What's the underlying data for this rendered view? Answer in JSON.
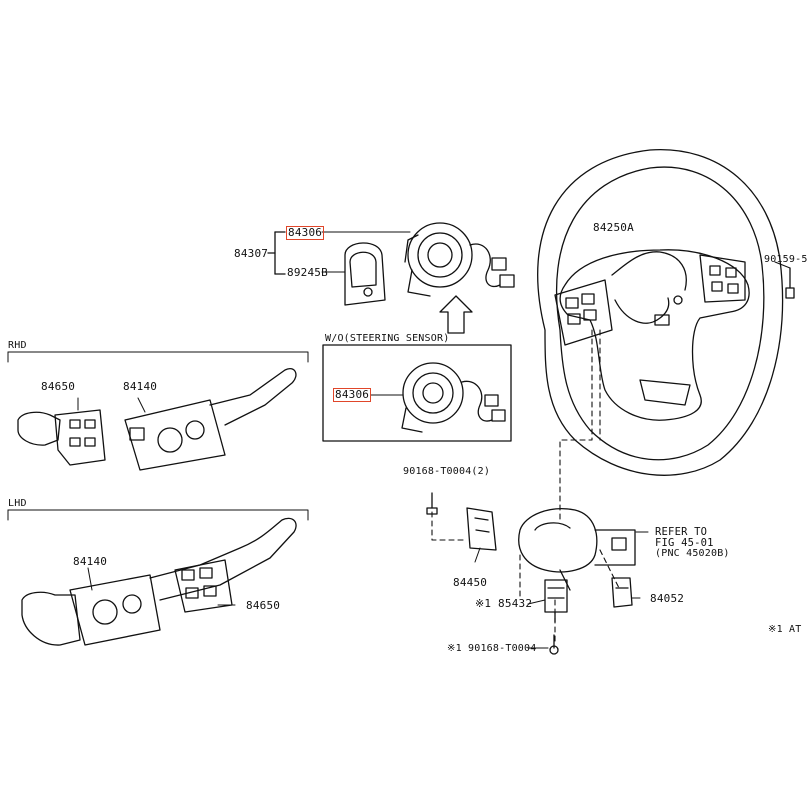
{
  "labels": {
    "p84306_top": "84306",
    "p84307": "84307",
    "p89245b": "89245B",
    "wo_steering_sensor": "W/O(STEERING SENSOR)",
    "p84306_box": "84306",
    "rhd": "RHD",
    "rhd_84650": "84650",
    "rhd_84140": "84140",
    "lhd": "LHD",
    "lhd_84140": "84140",
    "lhd_84650": "84650",
    "p84250a": "84250A",
    "p90159_cut": "90159-5",
    "p90168_t0004_2": "90168-T0004(2)",
    "refer_line1": "REFER TO",
    "refer_line2": "FIG 45-01",
    "refer_line3": "(PNC 45020B)",
    "p84450": "84450",
    "p85432": "※1 85432",
    "p84052": "84052",
    "p90168_t0004": "※1 90168-T0004",
    "note_cut": "※1 AT"
  },
  "colors": {
    "line": "#111111",
    "highlight": "#e0462a"
  }
}
